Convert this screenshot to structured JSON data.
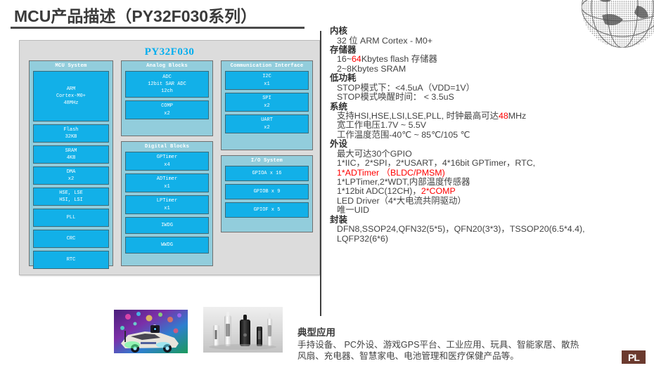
{
  "title": "MCU产品描述（PY32F030系列）",
  "diagram": {
    "chip_name": "PY32F030",
    "groups": [
      {
        "id": "mcu",
        "title": "MCU System",
        "blocks": [
          {
            "text": "ARM\nCortex-M0+\n48MHz",
            "h": 72
          },
          {
            "text": "Flash\n32KB",
            "h": 26
          },
          {
            "text": "SRAM\n4KB",
            "h": 26
          },
          {
            "text": "DMA\nx2",
            "h": 26
          },
          {
            "text": "HSE, LSE\nHSI, LSI",
            "h": 26
          },
          {
            "text": "PLL",
            "h": 26
          },
          {
            "text": "CRC",
            "h": 26
          },
          {
            "text": "RTC",
            "h": 26
          }
        ]
      },
      {
        "id": "analog",
        "title": "Analog Blocks",
        "blocks": [
          {
            "text": "ADC\n12bit SAR ADC\n12ch",
            "h": 38
          },
          {
            "text": "COMP\nx2",
            "h": 27
          }
        ]
      },
      {
        "id": "digital",
        "title": "Digital Blocks",
        "blocks": [
          {
            "text": "GPTimer\nx4",
            "h": 27
          },
          {
            "text": "ADTimer\nx1",
            "h": 27
          },
          {
            "text": "LPTimer\nx1",
            "h": 27
          },
          {
            "text": "IWDG",
            "h": 24
          },
          {
            "text": "WWDG",
            "h": 24
          }
        ]
      },
      {
        "id": "comm",
        "title": "Communication Interface",
        "blocks": [
          {
            "text": "I2C\nx1",
            "h": 27
          },
          {
            "text": "SPI\nx2",
            "h": 27
          },
          {
            "text": "UART\nx2",
            "h": 27
          }
        ]
      },
      {
        "id": "io",
        "title": "I/O System",
        "blocks": [
          {
            "text": "GPIOA x 16",
            "h": 22
          },
          {
            "text": "GPIOB x 9",
            "h": 22
          },
          {
            "text": "GPIOF x 5",
            "h": 22
          }
        ]
      }
    ],
    "colors": {
      "chip_name": "#00AEEF",
      "group_fill": "#92CDDC",
      "block_fill": "#12B0E8",
      "diagram_bg": "#DCDCDC"
    }
  },
  "specs": [
    {
      "heading": "内核",
      "lines": [
        {
          "parts": [
            {
              "t": "32 位 ARM Cortex - M0+"
            }
          ]
        }
      ]
    },
    {
      "heading": "存储器",
      "lines": [
        {
          "parts": [
            {
              "t": "16~"
            },
            {
              "t": "64",
              "c": "red"
            },
            {
              "t": "Kbytes flash 存储器"
            }
          ]
        },
        {
          "parts": [
            {
              "t": "2~8Kbytes SRAM"
            }
          ]
        }
      ]
    },
    {
      "heading": "低功耗",
      "lines": [
        {
          "parts": [
            {
              "t": "STOP模式下：<4.5uA（VDD=1V）"
            }
          ]
        },
        {
          "parts": [
            {
              "t": "STOP模式唤醒时间： < 3.5uS"
            }
          ]
        }
      ]
    },
    {
      "heading": "系统",
      "lines": [
        {
          "parts": [
            {
              "t": "支持HSI,HSE,LSI,LSE,PLL, 时钟最高可达"
            },
            {
              "t": "48",
              "c": "red"
            },
            {
              "t": "MHz"
            }
          ]
        },
        {
          "parts": [
            {
              "t": "宽工作电压1.7V ~ 5.5V"
            }
          ]
        },
        {
          "parts": [
            {
              "t": "工作温度范围-40℃ ~ 85℃/105 ℃"
            }
          ]
        }
      ]
    },
    {
      "heading": "外设",
      "lines": [
        {
          "parts": [
            {
              "t": "最大可达30个GPIO"
            }
          ]
        },
        {
          "parts": [
            {
              "t": "1*IIC，2*SPI，2*USART，4*16bit GPTimer，RTC,"
            }
          ]
        },
        {
          "parts": [
            {
              "t": "1*ADTimer （BLDC/PMSM)",
              "c": "red"
            }
          ]
        },
        {
          "parts": [
            {
              "t": "1*LPTimer,2*WDT,内部温度传感器"
            }
          ]
        },
        {
          "parts": [
            {
              "t": "1*12bit ADC(12CH)，"
            },
            {
              "t": "2*COMP",
              "c": "red"
            }
          ]
        },
        {
          "parts": [
            {
              "t": " LED Driver（4*大电流共阴驱动）"
            }
          ]
        },
        {
          "parts": [
            {
              "t": "唯一UID"
            }
          ]
        }
      ]
    },
    {
      "heading": "封装",
      "lines": [
        {
          "parts": [
            {
              "t": "DFN8,SSOP24,QFN32(5*5)，QFN20(3*3)，TSSOP20(6.5*4.4),"
            }
          ]
        },
        {
          "parts": [
            {
              "t": "LQFP32(6*6)"
            }
          ]
        }
      ]
    }
  ],
  "applications": {
    "title": "典型应用",
    "lines": [
      "手持设备、 PC外设、游戏GPS平台、工业应用、玩具、智能家居、散热",
      "风扇、充电器、智慧家电、电池管理和医疗保健产品等。"
    ]
  },
  "photos": [
    {
      "name": "toy-police-car-with-leds",
      "caption": ""
    },
    {
      "name": "e-cigarette-vape-devices",
      "caption": ""
    }
  ],
  "brand": {
    "logo_text": "PL",
    "color": "#6B3A2E"
  }
}
